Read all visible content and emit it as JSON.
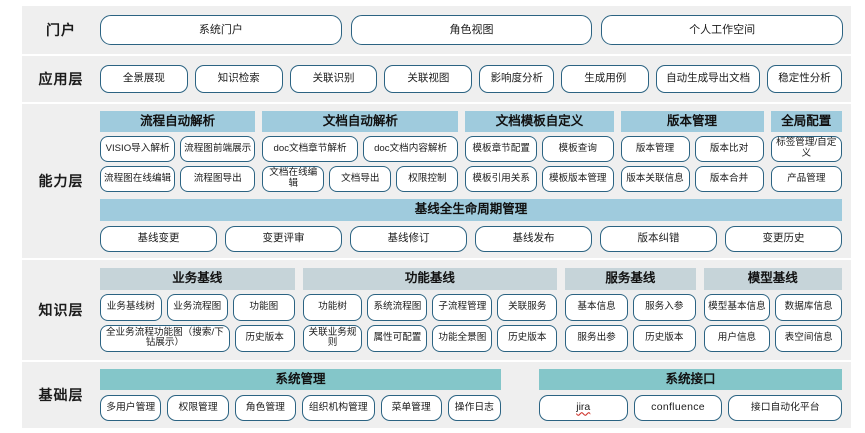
{
  "theme": {
    "band_bg": "#efefef",
    "pill_border": "#2b6382",
    "capability_header_bg": "#9fcbdd",
    "knowledge_header_bg": "#c6d4d9",
    "foundation_header_bg": "#84c6c9",
    "page_bg": "#ffffff"
  },
  "rows": {
    "portal": {
      "label": "门户",
      "items": [
        "系统门户",
        "角色视图",
        "个人工作空间"
      ]
    },
    "application": {
      "label": "应用层",
      "items": [
        "全景展现",
        "知识检索",
        "关联识别",
        "关联视图",
        "影响度分析",
        "生成用例",
        "自动生成导出文档",
        "稳定性分析"
      ]
    },
    "capability": {
      "label": "能力层",
      "groups": [
        {
          "title": "流程自动解析",
          "row1": [
            "VISIO导入解析",
            "流程图前端展示"
          ],
          "row2": [
            "流程图在线编辑",
            "流程图导出"
          ]
        },
        {
          "title": "文档自动解析",
          "row1": [
            "doc文档章节解析",
            "doc文档内容解析"
          ],
          "row2": [
            "文档在线编辑",
            "文档导出",
            "权限控制"
          ]
        },
        {
          "title": "文档模板自定义",
          "row1": [
            "模板章节配置",
            "模板查询"
          ],
          "row2": [
            "模板引用关系",
            "模板版本管理"
          ]
        },
        {
          "title": "版本管理",
          "row1": [
            "版本管理",
            "版本比对"
          ],
          "row2": [
            "版本关联信息",
            "版本合并"
          ]
        },
        {
          "title": "全局配置",
          "row1": [
            "标签管理/自定义"
          ],
          "row2": [
            "产品管理"
          ]
        }
      ],
      "baseline": {
        "title": "基线全生命周期管理",
        "items": [
          "基线变更",
          "变更评审",
          "基线修订",
          "基线发布",
          "版本纠错",
          "变更历史"
        ]
      }
    },
    "knowledge": {
      "label": "知识层",
      "groups": [
        {
          "title": "业务基线",
          "row1": [
            "业务基线树",
            "业务流程图",
            "功能图"
          ],
          "row2": [
            "全业务流程功能图（搜索/下钻展示）",
            "历史版本"
          ]
        },
        {
          "title": "功能基线",
          "row1": [
            "功能树",
            "系统流程图",
            "子流程管理",
            "关联服务"
          ],
          "row2": [
            "关联业务规则",
            "属性可配置",
            "功能全景图",
            "历史版本"
          ]
        },
        {
          "title": "服务基线",
          "row1": [
            "基本信息",
            "服务入参"
          ],
          "row2": [
            "服务出参",
            "历史版本"
          ]
        },
        {
          "title": "模型基线",
          "row1": [
            "模型基本信息",
            "数据库信息"
          ],
          "row2": [
            "用户信息",
            "表空间信息"
          ]
        }
      ]
    },
    "foundation": {
      "label": "基础层",
      "groups": [
        {
          "title": "系统管理",
          "items": [
            "多用户管理",
            "权限管理",
            "角色管理",
            "组织机构管理",
            "菜单管理",
            "操作日志"
          ]
        },
        {
          "title": "系统接口",
          "items": [
            "jira",
            "confluence",
            "接口自动化平台"
          ]
        }
      ]
    }
  }
}
